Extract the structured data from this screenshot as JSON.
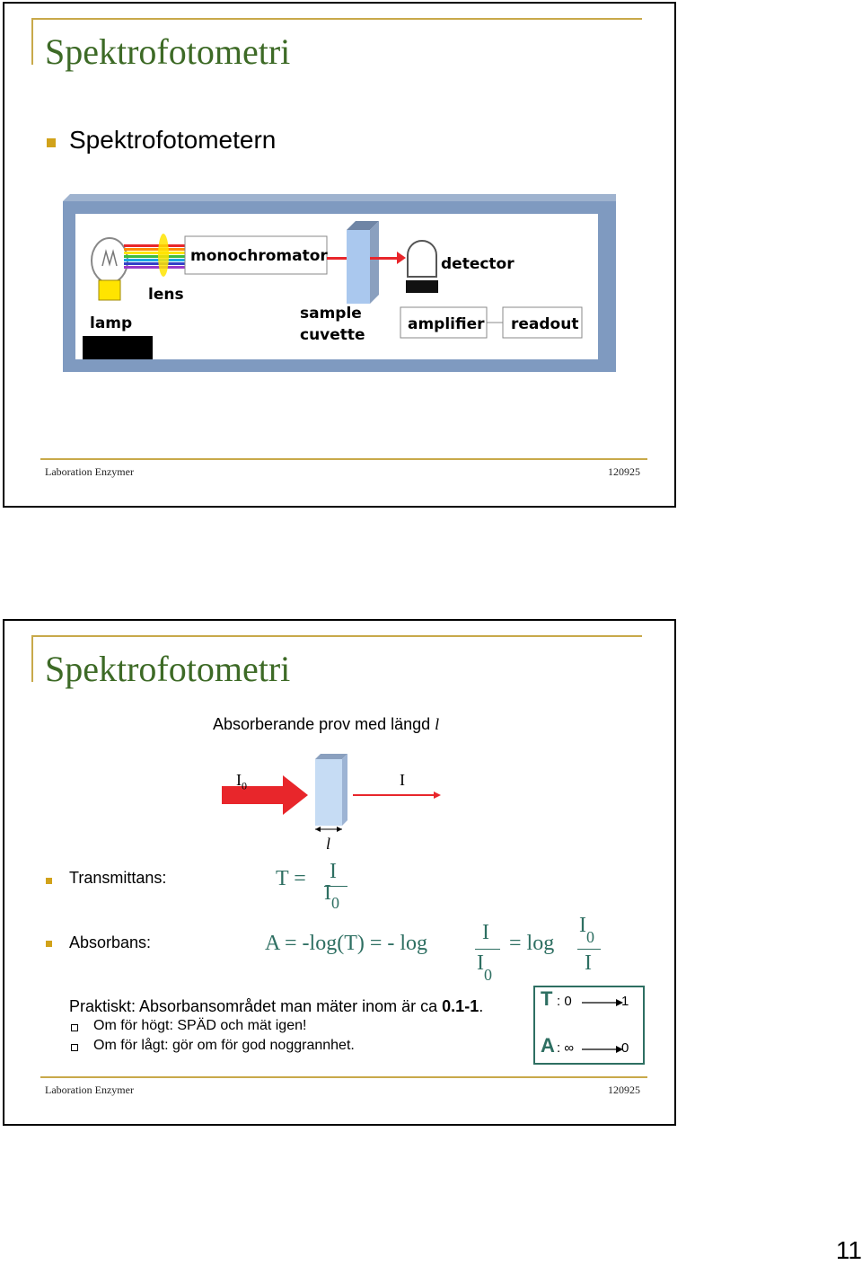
{
  "slide1": {
    "title": "Spektrofotometri",
    "bullet": "Spektrofotometern",
    "diagram": {
      "monochromator": "monochromator",
      "lens": "lens",
      "lamp": "lamp",
      "sample": "sample",
      "cuvette": "cuvette",
      "detector": "detector",
      "amplifier": "amplifier",
      "readout": "readout"
    },
    "footer_left": "Laboration Enzymer",
    "footer_right": "120925"
  },
  "slide2": {
    "title": "Spektrofotometri",
    "caption": "Absorberande prov med längd",
    "caption_var": "l",
    "i0_label": "I",
    "i0_sub": "0",
    "i_label": "I",
    "l_label": "l",
    "transmittans_label": "Transmittans:",
    "absorbans_label": "Absorbans:",
    "eq_T_left": "T  =",
    "eq_T_num": "I",
    "eq_T_den": "I",
    "eq_T_den_sub": "0",
    "eq_A_left": "A  =  -log(T)  =  -  log",
    "eq_A_frac1_num": "I",
    "eq_A_frac1_den": "I",
    "eq_A_frac1_den_sub": "0",
    "eq_A_mid": "=  log",
    "eq_A_frac2_num": "I",
    "eq_A_frac2_num_sub": "0",
    "eq_A_frac2_den": "I",
    "praktiskt": "Praktiskt: Absorbansområdet man mäter inom är ca ",
    "praktiskt_bold": "0.1-1",
    "praktiskt_end": ".",
    "sub1": "Om för högt: SPÄD och mät igen!",
    "sub2": "Om för lågt: gör om för god noggrannhet.",
    "box_T": "T",
    "box_T_from": ": 0",
    "box_T_to": "1",
    "box_A": "A",
    "box_A_from": ": ∞",
    "box_A_to": "0",
    "footer_left": "Laboration Enzymer",
    "footer_right": "120925"
  },
  "page_number": "11",
  "colors": {
    "title": "#3d6a26",
    "rule": "#c8a94a",
    "bullet": "#d1a21a",
    "equation": "#2e6f62",
    "frame": "#7f9ac0",
    "arrow": "#e8262b"
  }
}
